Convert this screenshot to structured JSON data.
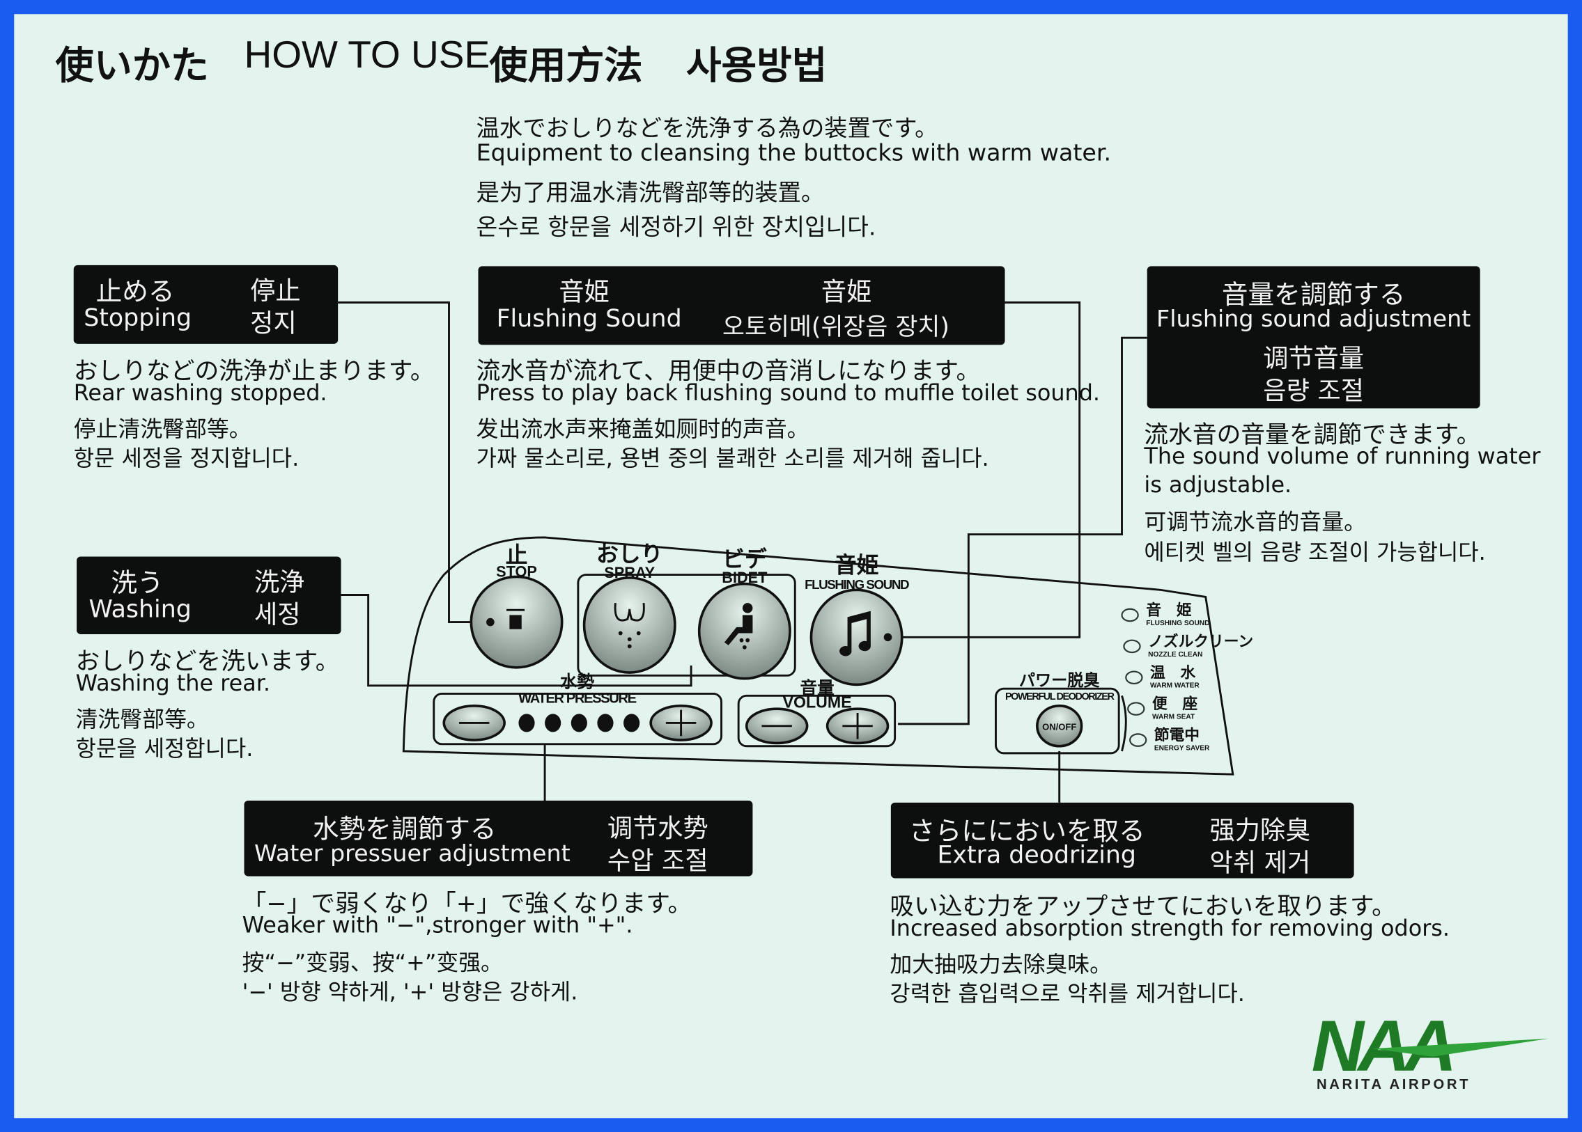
{
  "header": {
    "title_ja": "使いかた",
    "title_en": "HOW TO USE",
    "title_zh": "使用方法",
    "title_ko": "사용방법"
  },
  "intro": [
    "温水でおしりなどを洗浄する為の装置です。",
    "Equipment to cleansing the buttocks with warm water.",
    "是为了用温水清洗臀部等的装置。",
    "온수로 항문을 세정하기 위한 장치입니다."
  ],
  "stop": {
    "ja": "止める",
    "en": "Stopping",
    "zh": "停止",
    "ko": "정지",
    "desc": [
      "おしりなどの洗浄が止まります。",
      "Rear washing stopped.",
      "停止清洗臀部等。",
      "항문 세정을 정지합니다."
    ]
  },
  "flushing": {
    "ja": "音姫",
    "en": "Flushing Sound",
    "zh": "音姫",
    "ko": "오토히메(위장음 장치)",
    "desc": [
      "流水音が流れて、用便中の音消しになります。",
      "Press to play back flushing sound to muffle toilet sound.",
      "发出流水声来掩盖如厕时的声音。",
      "가짜 물소리로, 용변 중의 불쾌한 소리를 제거해 줍니다."
    ]
  },
  "volume": {
    "ja": "音量を調節する",
    "en": "Flushing sound adjustment",
    "zh": "调节音量",
    "ko": "음량 조절",
    "desc": [
      "流水音の音量を調節できます。",
      "The sound volume of running water",
      "is adjustable.",
      "可调节流水音的音量。",
      "에티켓 벨의 음량 조절이 가능합니다."
    ]
  },
  "wash": {
    "ja": "洗う",
    "en": "Washing",
    "zh": "洗浄",
    "ko": "세정",
    "desc": [
      "おしりなどを洗います。",
      "Washing the rear.",
      "清洗臀部等。",
      "항문을 세정합니다."
    ]
  },
  "pressure": {
    "ja": "水勢を調節する",
    "en": "Water pressuer adjustment",
    "zh": "调节水势",
    "ko": "수압 조절",
    "desc": [
      "「−」で弱くなり「+」で強くなります。",
      "Weaker with \"−\",stronger with \"+\".",
      "按“−”变弱、按“+”变强。",
      "'−' 방향 약하게, '+' 방향은 강하게."
    ]
  },
  "deodorize": {
    "ja": "さらににおいを取る",
    "en": "Extra deodrizing",
    "zh": "强力除臭",
    "ko": "악취 제거",
    "desc": [
      "吸い込む力をアップさせてにおいを取ります。",
      "Increased absorption strength for removing odors.",
      "加大抽吸力去除臭味。",
      "강력한 흡입력으로 악취를 제거합니다."
    ]
  },
  "panel": {
    "stop": {
      "ja": "止",
      "en": "STOP"
    },
    "spray": {
      "ja": "おしり",
      "en": "SPRAY"
    },
    "bidet": {
      "ja": "ビデ",
      "en": "BIDET"
    },
    "flush": {
      "ja": "音姫",
      "en": "FLUSHING SOUND"
    },
    "pressure": {
      "ja": "水勢",
      "en": "WATER PRESSURE",
      "minus": "−",
      "plus": "+",
      "level": 5,
      "max": 5
    },
    "volume": {
      "ja": "音量",
      "en": "VOLUME",
      "minus": "−",
      "plus": "+"
    },
    "deo": {
      "ja": "パワー脱臭",
      "en": "POWERFUL DEODORIZER",
      "btn": "ON/OFF"
    },
    "indicators": [
      {
        "ja": "音　姫",
        "en": "FLUSHING SOUND"
      },
      {
        "ja": "ノズルクリーン",
        "en": "NOZZLE CLEAN"
      },
      {
        "ja": "温　水",
        "en": "WARM WATER"
      },
      {
        "ja": "便　座",
        "en": "WARM SEAT"
      },
      {
        "ja": "節電中",
        "en": "ENERGY SAVER"
      }
    ]
  },
  "logo": {
    "mark": "NAA",
    "name": "NARITA AIRPORT"
  },
  "colors": {
    "border": "#1a5cf0",
    "background": "#e3f4ee",
    "label_box": "#0d0f0e",
    "logo_green": "#1f8a2a"
  }
}
